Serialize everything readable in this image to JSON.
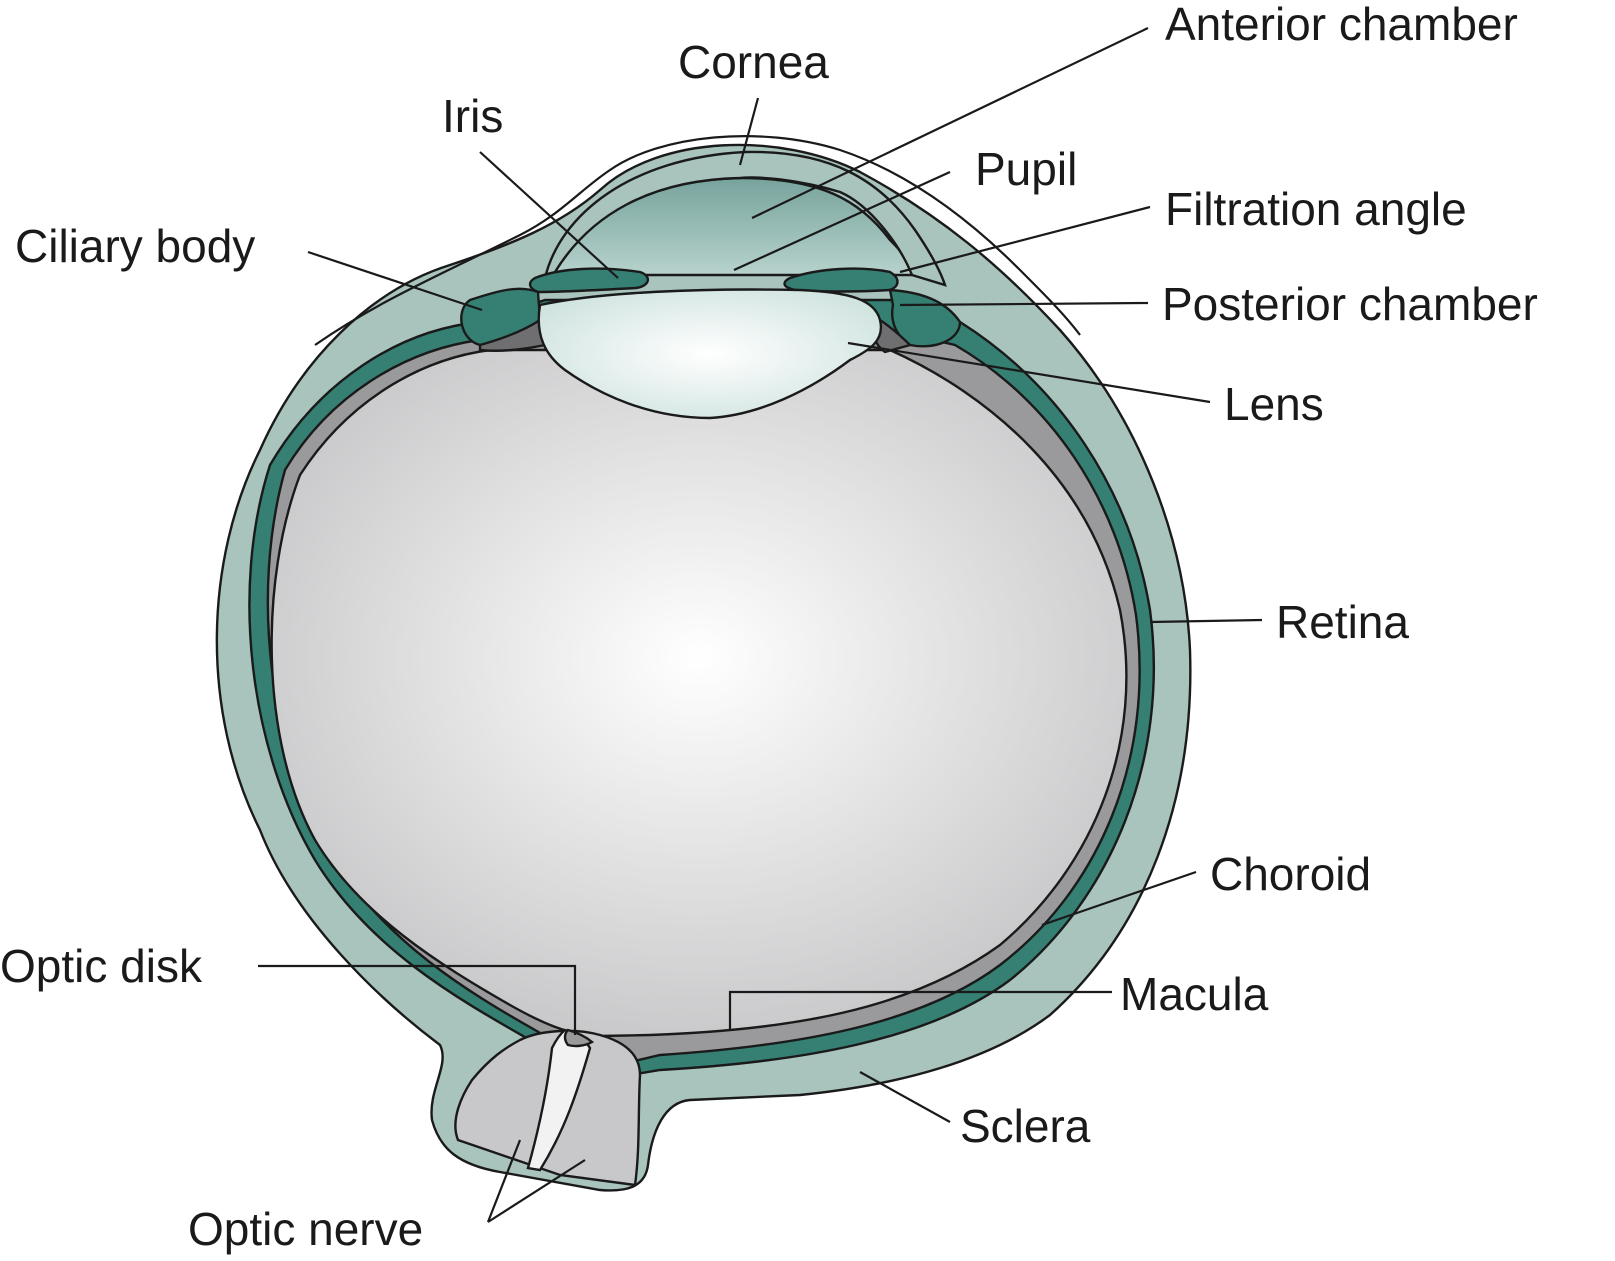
{
  "labels": {
    "cornea": "Cornea",
    "anterior_chamber": "Anterior chamber",
    "iris": "Iris",
    "pupil": "Pupil",
    "filtration_angle": "Filtration angle",
    "ciliary_body": "Ciliary body",
    "posterior_chamber": "Posterior chamber",
    "lens": "Lens",
    "retina": "Retina",
    "choroid": "Choroid",
    "optic_disk": "Optic disk",
    "macula": "Macula",
    "sclera": "Sclera",
    "optic_nerve": "Optic nerve"
  },
  "colors": {
    "sclera": "#a9c3bd",
    "choroid": "#357f73",
    "retina": "#9a9a9c",
    "aqueous": "#7fa8a2",
    "vitreous_center": "#ffffff",
    "vitreous_edge": "#c3c3c5",
    "nerve": "#c8c8ca",
    "outline": "#1a1a1a"
  }
}
